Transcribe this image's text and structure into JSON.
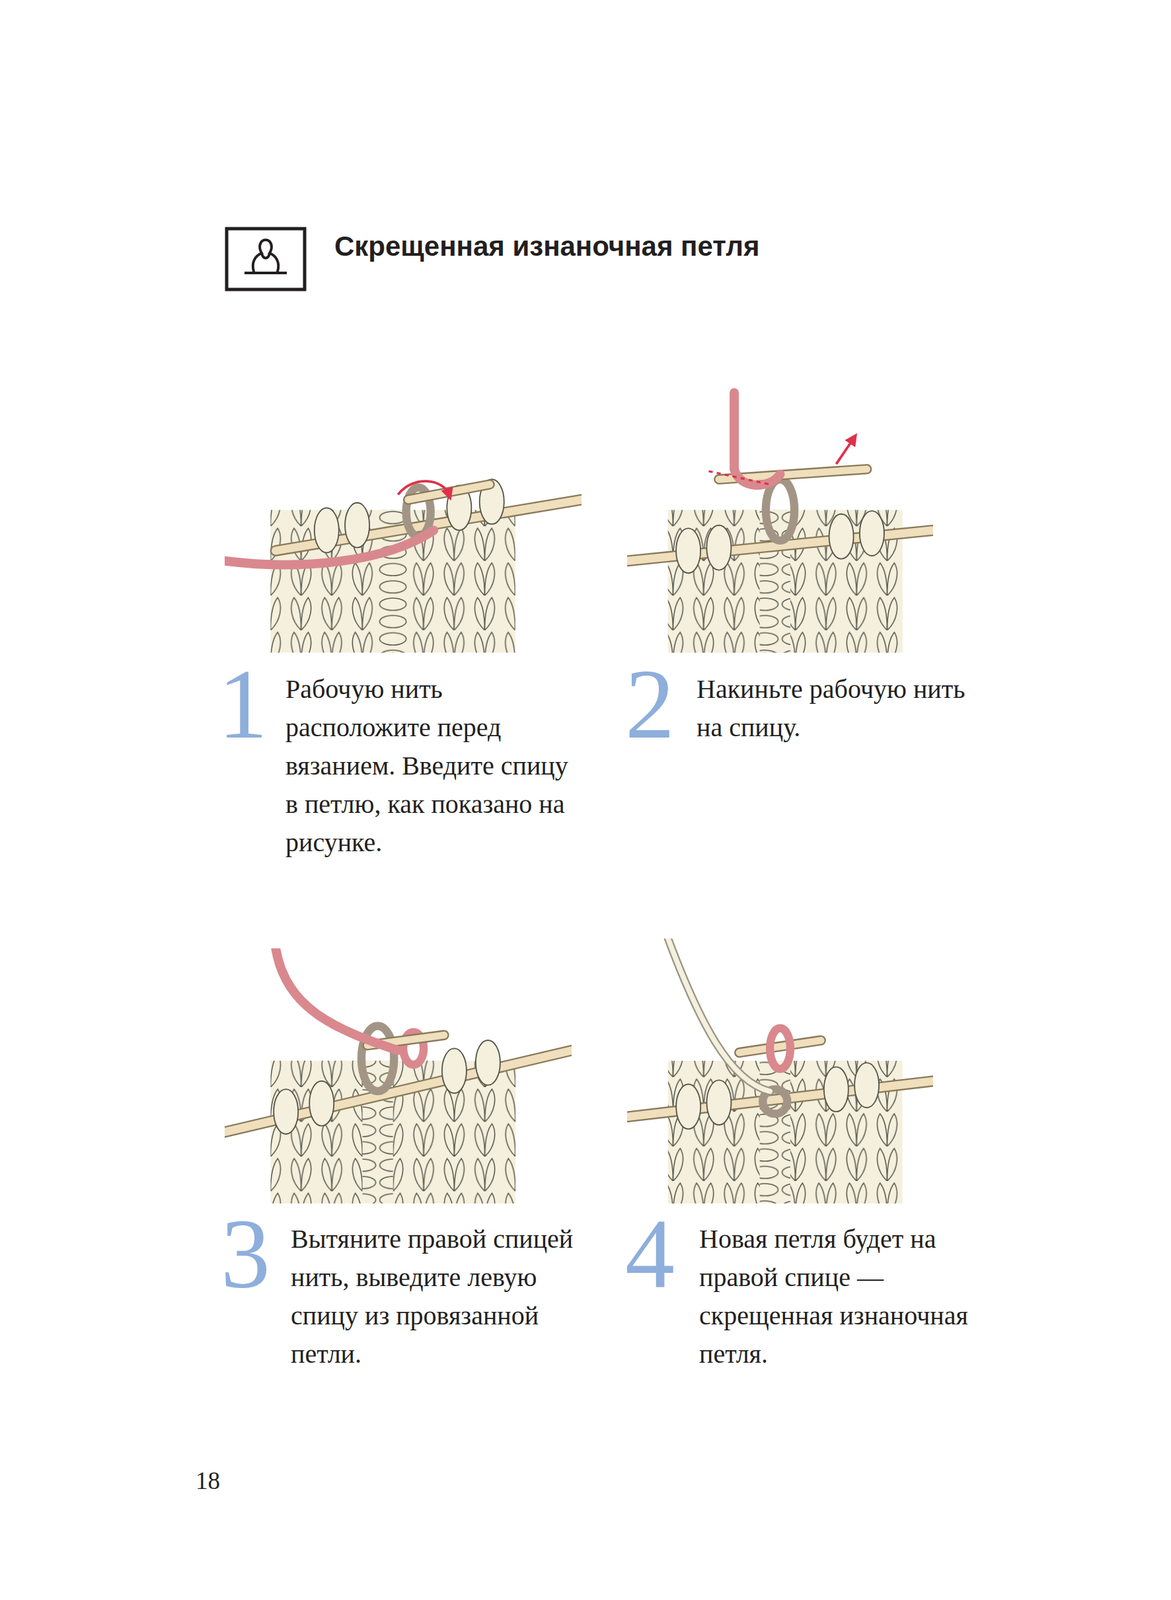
{
  "diagram": {
    "title": "Скрещенная изнаночная петля",
    "labels": [
      "1",
      "Рабочую нить расположите перед вязанием. Введите спицу в петлю, как показано на рисунке.",
      "2",
      "Накиньте рабочую нить на спицу.",
      "3",
      "Вытяните правой спицей нить, выведите левую спицу из провязанной петли.",
      "4",
      "Новая петля будет на правой спице — скрещенная изнаночная петля.",
      "18"
    ]
  }
}
